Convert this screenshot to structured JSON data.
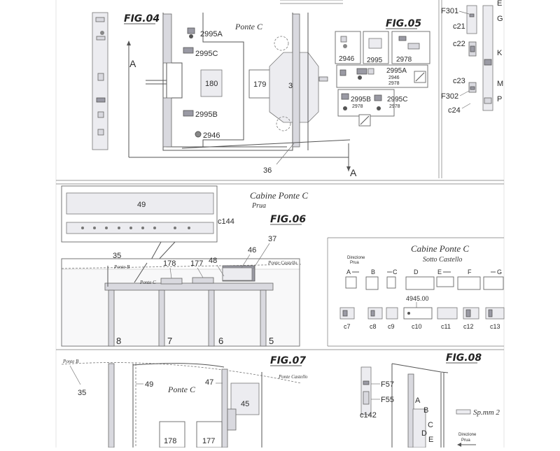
{
  "fig04": {
    "title": "FIG.04",
    "deck": "Ponte C",
    "labels": {
      "p2995a": "2995A",
      "p2995c": "2995C",
      "p2995b": "2995B",
      "p2946": "2946",
      "p180": "180",
      "p179": "179",
      "p39": "39",
      "p36": "36",
      "sectionA1": "A",
      "sectionA2": "A"
    }
  },
  "fig05": {
    "title": "FIG.05",
    "labels": {
      "p2946": "2946",
      "p2995": "2995",
      "p2978": "2978",
      "p2995a": "2995A",
      "p2995a_sub1": "2946",
      "p2995a_sub2": "2978",
      "p2995b": "2995B",
      "p2995b_sub": "2978",
      "p2995c": "2995C",
      "p2995c_sub": "2978"
    }
  },
  "rightStrip": {
    "labels": [
      "F301",
      "c21",
      "c22",
      "c23",
      "F302",
      "c24"
    ],
    "letters": [
      "E",
      "G",
      "K",
      "M",
      "P"
    ]
  },
  "fig06": {
    "title": "FIG.06",
    "heading": "Cabine Ponte C",
    "subheading": "Prua",
    "labels": {
      "p49": "49",
      "c144": "c144",
      "p35": "35",
      "p37": "37",
      "p46": "46",
      "p48": "48",
      "p178": "178",
      "p177": "177",
      "ponteB": "Ponte B",
      "ponteC": "Ponte C",
      "ponteCastello": "Ponte Castello",
      "n8": "8",
      "n7": "7",
      "n6": "6",
      "n5": "5"
    }
  },
  "cabine": {
    "heading": "Cabine Ponte C",
    "subheading": "Sotto Castello",
    "direction1": "Direzione",
    "direction2": "Prua",
    "letters": [
      "A",
      "B",
      "C",
      "D",
      "E",
      "F",
      "G"
    ],
    "value": "4945.00",
    "codes": [
      "c7",
      "c8",
      "c9",
      "c10",
      "c11",
      "c12",
      "c13"
    ]
  },
  "fig07": {
    "title": "FIG.07",
    "deck": "Ponte C",
    "labels": {
      "ponteB": "Ponte B",
      "ponteCastello": "Ponte Castello",
      "p35": "35",
      "p49": "49",
      "p47": "47",
      "p45": "45",
      "p178": "178",
      "p177": "177"
    }
  },
  "fig08": {
    "title": "FIG.08",
    "labels": {
      "f57": "F57",
      "f55": "F55",
      "c142": "c142",
      "A": "A",
      "B": "B",
      "C": "C",
      "D": "D",
      "E": "E",
      "sp": "Sp.mm 2",
      "dir1": "Direzione",
      "dir2": "Prua"
    }
  }
}
